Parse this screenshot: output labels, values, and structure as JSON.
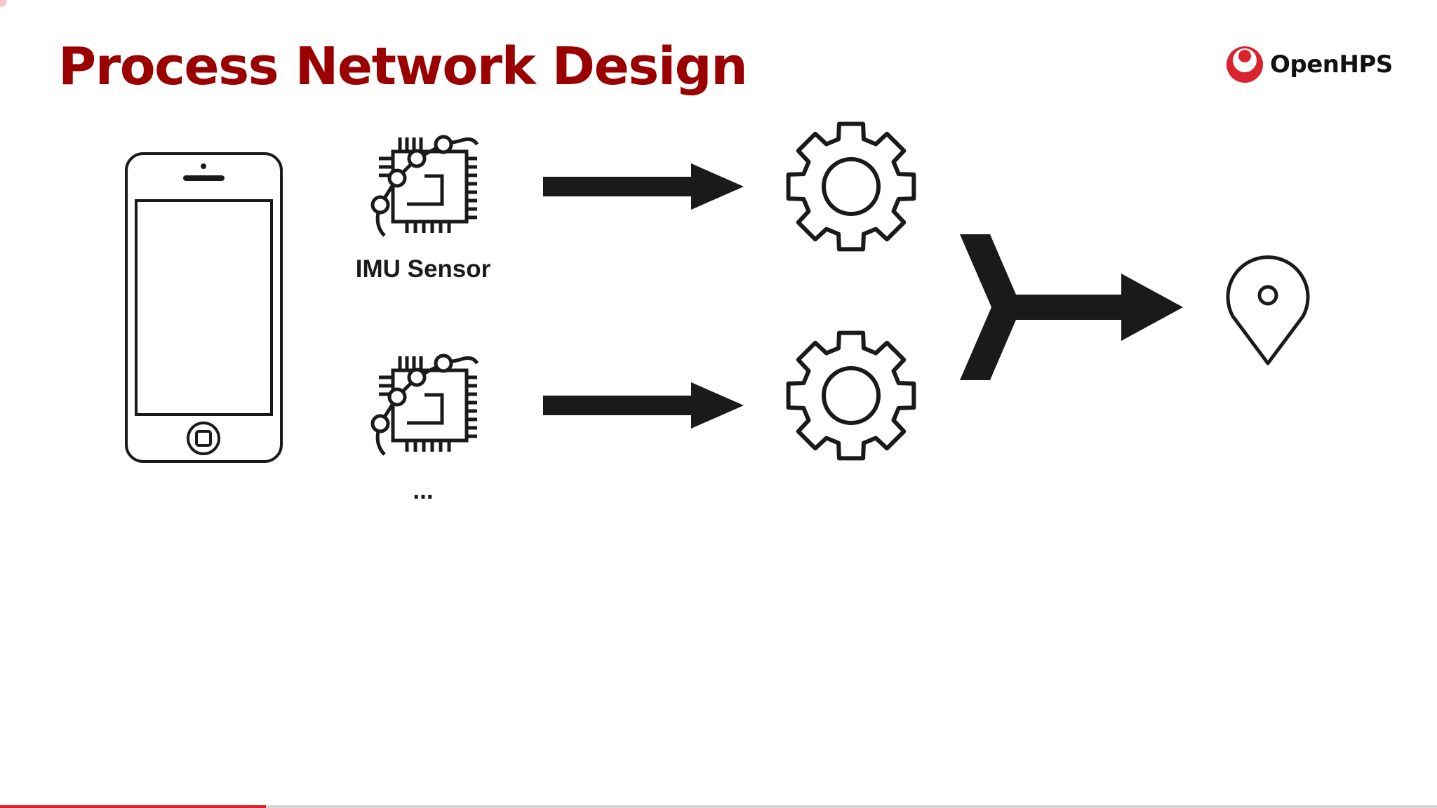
{
  "slide": {
    "title": "Process Network Design",
    "brand": "OpenHPS",
    "progress": 0.185
  },
  "diagram": {
    "nodes": [
      {
        "id": "smartphone",
        "icon": "smartphone-icon",
        "label": ""
      },
      {
        "id": "sensor-imu",
        "icon": "chip-sensor-icon",
        "label": "IMU Sensor"
      },
      {
        "id": "sensor-other",
        "icon": "chip-sensor-icon",
        "label": "..."
      },
      {
        "id": "process-1",
        "icon": "gear-icon",
        "label": ""
      },
      {
        "id": "process-2",
        "icon": "gear-icon",
        "label": ""
      },
      {
        "id": "merge",
        "icon": "merge-arrow-icon",
        "label": ""
      },
      {
        "id": "position",
        "icon": "location-pin-icon",
        "label": ""
      }
    ],
    "edges": [
      {
        "from": "sensor-imu",
        "to": "process-1"
      },
      {
        "from": "sensor-other",
        "to": "process-2"
      },
      {
        "from": "process-1",
        "to": "merge"
      },
      {
        "from": "process-2",
        "to": "merge"
      },
      {
        "from": "merge",
        "to": "position"
      }
    ]
  },
  "colors": {
    "title": "#9b0000",
    "icon_stroke": "#1a1a1a",
    "arrow_fill": "#1a1a1a",
    "brand_red": "#d9232e",
    "progress": "#e02020"
  }
}
